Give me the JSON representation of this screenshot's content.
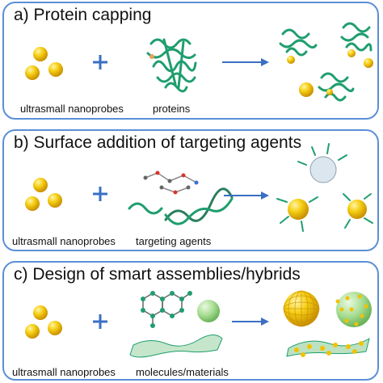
{
  "colors": {
    "border": "#5b8fd6",
    "gold": "#f2c200",
    "protein": "#1f9e6e",
    "arrow": "#3a6fc4"
  },
  "panels": [
    {
      "title": "a) Protein capping",
      "captions": [
        "ultrasmall nanoprobes",
        "proteins"
      ],
      "icons": [
        "gold-nanoparticle-icon",
        "plus-icon",
        "protein-ribbon-icon",
        "arrow-right-icon",
        "protein-capped-nanoparticle-icon"
      ]
    },
    {
      "title": "b) Surface addition of targeting agents",
      "captions": [
        "ultrasmall nanoprobes",
        "targeting agents"
      ],
      "icons": [
        "gold-nanoparticle-icon",
        "plus-icon",
        "dna-helix-icon",
        "arrow-right-icon",
        "functionalized-nanoparticle-icon"
      ]
    },
    {
      "title": "c) Design of smart assemblies/hybrids",
      "captions": [
        "ultrasmall nanoprobes",
        "molecules/materials"
      ],
      "icons": [
        "gold-nanoparticle-icon",
        "plus-icon",
        "molecule-icon",
        "arrow-right-icon",
        "hybrid-assembly-icon"
      ]
    }
  ]
}
